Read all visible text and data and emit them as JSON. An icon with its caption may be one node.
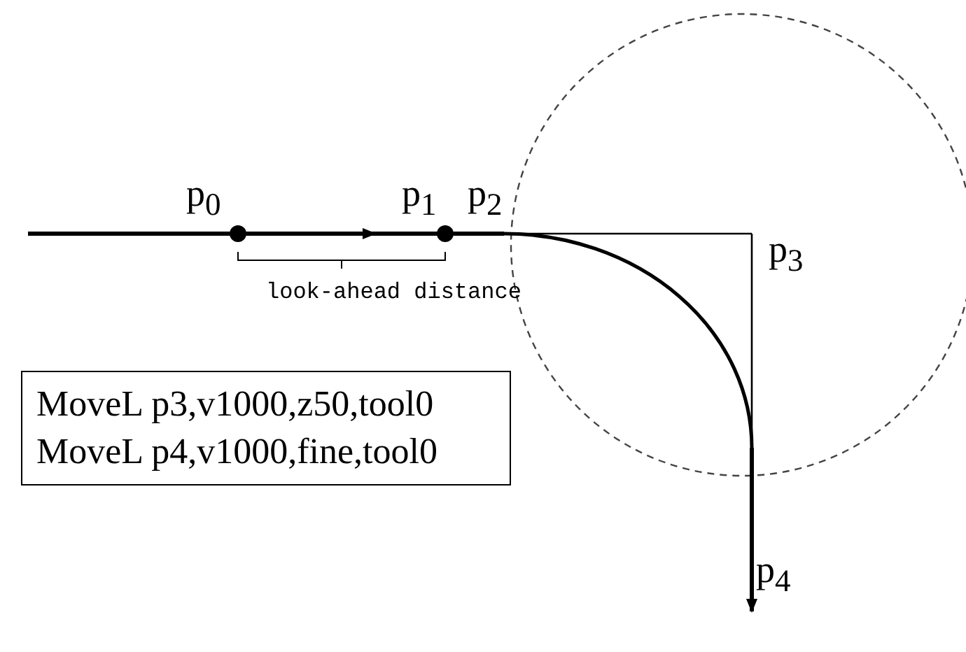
{
  "diagram": {
    "nodes": [
      {
        "text": [
          "MoveL p3,v1000,z50,tool0",
          "MoveL p4,v1000,fine,tool0"
        ]
      }
    ],
    "labels": [
      "p$_{0}$",
      "p$_{1}$",
      "p$_{2}$",
      "p$_{3}$",
      "look-ahead distance",
      "p$_{4}$"
    ]
  }
}
